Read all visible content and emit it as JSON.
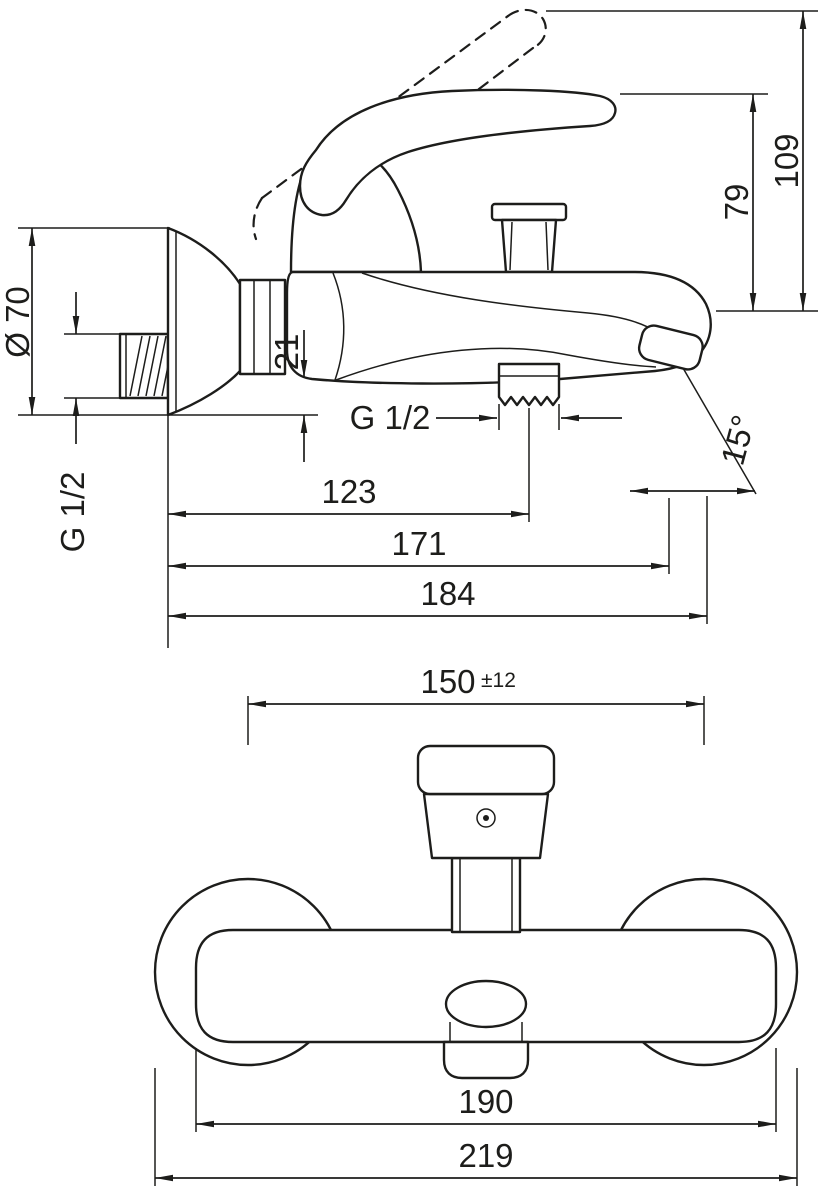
{
  "page": {
    "background": "#ffffff",
    "ink": "#1d1d1b"
  },
  "views": {
    "side": {
      "dimensions": {
        "height_total": "109",
        "height_handle": "79",
        "escutcheon_diameter": "Ø 70",
        "wall_connection_thread": "G 1/2",
        "outlet_drop": "21",
        "shower_outlet_thread": "G 1/2",
        "spout_angle": "15°",
        "wall_to_shower_outlet": "123",
        "wall_to_spout_outlet": "171",
        "wall_to_spout_tip": "184"
      }
    },
    "front": {
      "dimensions": {
        "connection_centres": "150",
        "connection_centres_tolerance": "±12",
        "body_width": "190",
        "overall_width": "219"
      }
    }
  }
}
